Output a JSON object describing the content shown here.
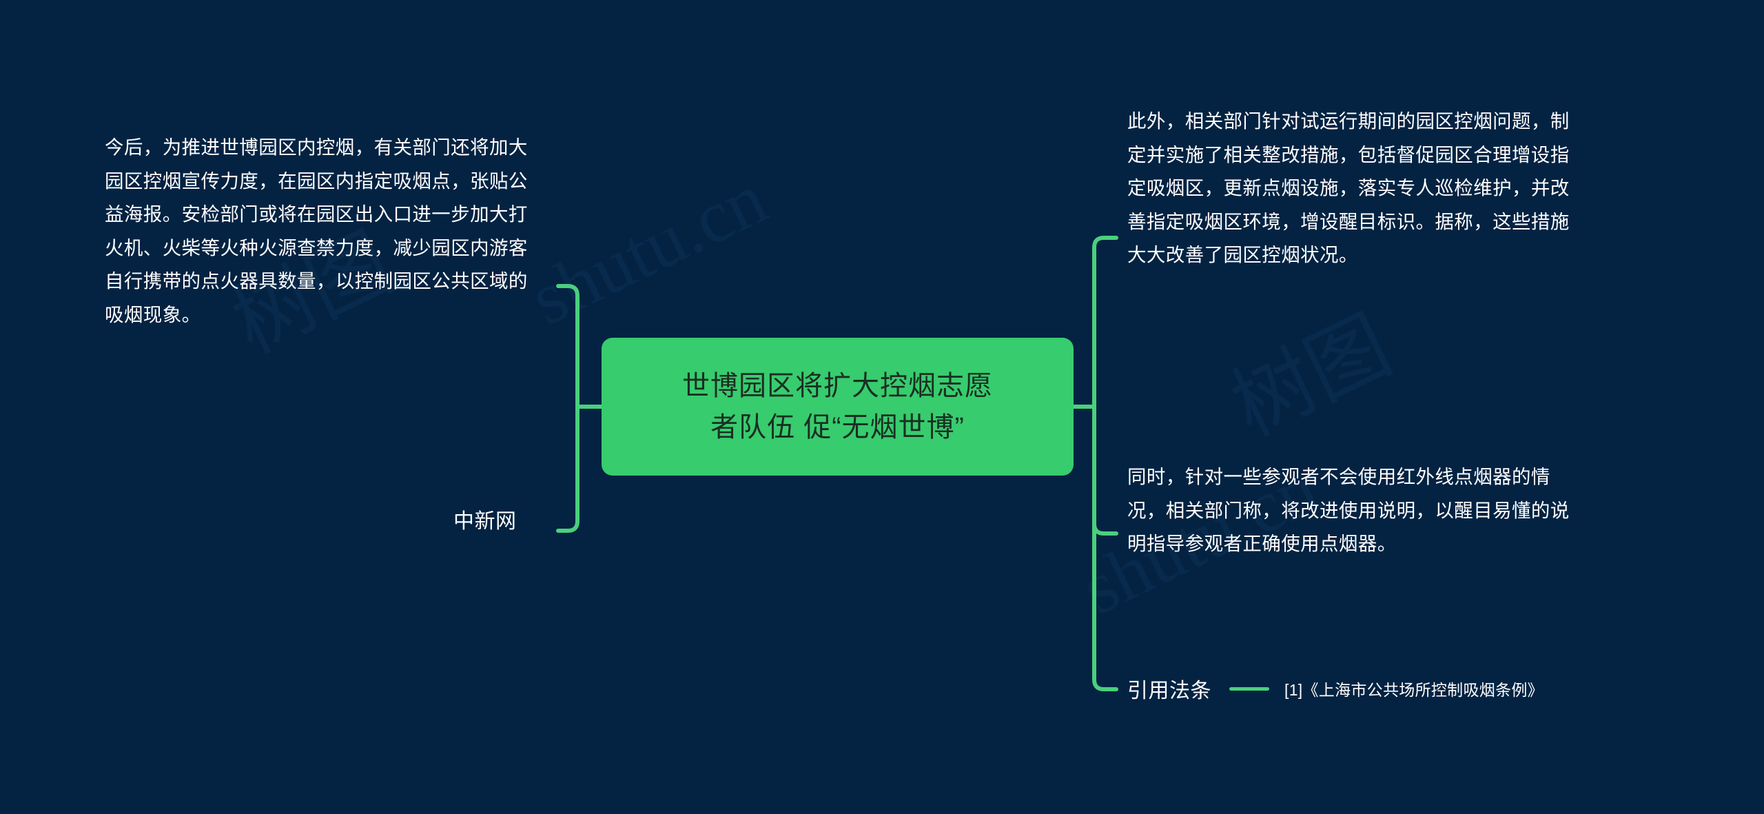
{
  "theme": {
    "background_color": "#042342",
    "node_fill_color": "#37cc6e",
    "node_text_color": "#1b2e22",
    "connector_color": "#4ad07d",
    "text_color": "#ffffff"
  },
  "central_node": {
    "text": "世博园区将扩大控烟志愿\n者队伍 促“无烟世博”"
  },
  "branches": {
    "left": {
      "text": "今后，为推进世博园区内控烟，有关部门还将加大园区控烟宣传力度，在园区内指定吸烟点，张贴公益海报。安检部门或将在园区出入口进一步加大打火机、火柴等火种火源查禁力度，减少园区内游客自行携带的点火器具数量，以控制园区公共区域的吸烟现象。"
    },
    "source": {
      "label": "中新网"
    },
    "right_top": {
      "text": "此外，相关部门针对试运行期间的园区控烟问题，制定并实施了相关整改措施，包括督促园区合理增设指定吸烟区，更新点烟设施，落实专人巡检维护，并改善指定吸烟区环境，增设醒目标识。据称，这些措施大大改善了园区控烟状况。"
    },
    "right_middle": {
      "text": "同时，针对一些参观者不会使用红外线点烟器的情况，相关部门称，将改进使用说明，以醒目易懂的说明指导参观者正确使用点烟器。"
    },
    "right_bottom": {
      "label": "引用法条",
      "reference": "[1]《上海市公共场所控制吸烟条例》"
    }
  },
  "watermarks": {
    "a": "树图",
    "b": "shutu.cn",
    "c": "树图",
    "d": "shutu.cn"
  }
}
